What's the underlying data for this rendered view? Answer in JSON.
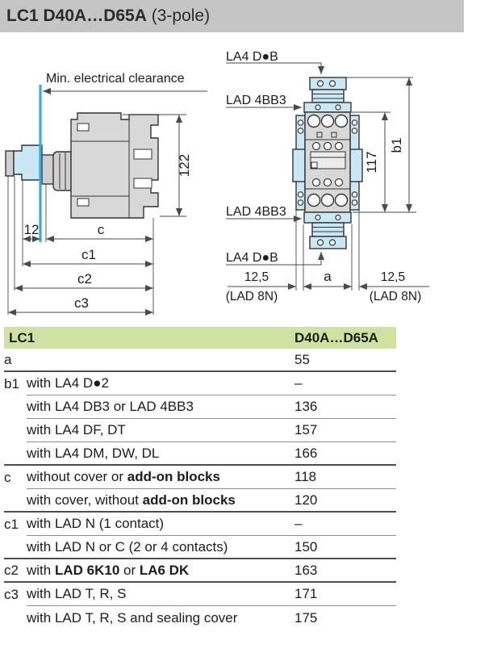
{
  "page": {
    "title_bold": "LC1 D40A…D65A",
    "title_regular": " (3-pole)"
  },
  "colors": {
    "title_bar_bg": "#c5c5c5",
    "table_header_bg": "#d0e2a0",
    "clearance_line_blue": "#31aee0",
    "accessory_fill_blue": "#c8e8f5",
    "body_fill_gray": "#d8d8d8"
  },
  "side_view": {
    "clearance": "Min. electrical clearance",
    "h122": "122",
    "d12": "12",
    "c": "c",
    "c1": "c1",
    "c2": "c2",
    "c3": "c3"
  },
  "front_view": {
    "la4_top": "LA4 D●B",
    "lad_top": "LAD 4BB3",
    "lad_bottom": "LAD 4BB3",
    "la4_bottom": "LA4 D●B",
    "h117": "117",
    "b1": "b1",
    "a": "a",
    "off_left": "12,5",
    "off_left_note": "(LAD 8N)",
    "off_right": "12,5",
    "off_right_note": "(LAD 8N)"
  },
  "table": {
    "header": {
      "product": "LC1",
      "range": "D40A…D65A"
    },
    "rows": [
      {
        "key": "a",
        "desc": [],
        "value": "55",
        "sep": "full"
      },
      {
        "key": "b1",
        "desc": [
          {
            "t": "with LA4 D●2",
            "b": false
          }
        ],
        "value": "–",
        "sep": "indent"
      },
      {
        "key": "",
        "desc": [
          {
            "t": "with LA4 DB3 or LAD 4BB3",
            "b": false
          }
        ],
        "value": "136",
        "sep": "indent"
      },
      {
        "key": "",
        "desc": [
          {
            "t": "with LA4 DF, DT",
            "b": false
          }
        ],
        "value": "157",
        "sep": "indent"
      },
      {
        "key": "",
        "desc": [
          {
            "t": "with LA4 DM, DW, DL",
            "b": false
          }
        ],
        "value": "166",
        "sep": "full"
      },
      {
        "key": "c",
        "desc": [
          {
            "t": "without cover or ",
            "b": false
          },
          {
            "t": "add-on blocks",
            "b": true
          }
        ],
        "value": "118",
        "sep": "indent"
      },
      {
        "key": "",
        "desc": [
          {
            "t": "with cover, without ",
            "b": false
          },
          {
            "t": "add-on blocks",
            "b": true
          }
        ],
        "value": "120",
        "sep": "full"
      },
      {
        "key": "c1",
        "desc": [
          {
            "t": "with LAD N (1 contact)",
            "b": false
          }
        ],
        "value": "–",
        "sep": "indent"
      },
      {
        "key": "",
        "desc": [
          {
            "t": "with LAD N or C (2 or 4 contacts)",
            "b": false
          }
        ],
        "value": "150",
        "sep": "full"
      },
      {
        "key": "c2",
        "desc": [
          {
            "t": "with ",
            "b": false
          },
          {
            "t": "LAD 6K10",
            "b": true
          },
          {
            "t": " or ",
            "b": false
          },
          {
            "t": "LA6 DK",
            "b": true
          }
        ],
        "value": "163",
        "sep": "full"
      },
      {
        "key": "c3",
        "desc": [
          {
            "t": "with LAD T, R, S",
            "b": false
          }
        ],
        "value": "171",
        "sep": "indent"
      },
      {
        "key": "",
        "desc": [
          {
            "t": "with LAD T, R, S and sealing cover",
            "b": false
          }
        ],
        "value": "175",
        "sep": "none"
      }
    ]
  }
}
